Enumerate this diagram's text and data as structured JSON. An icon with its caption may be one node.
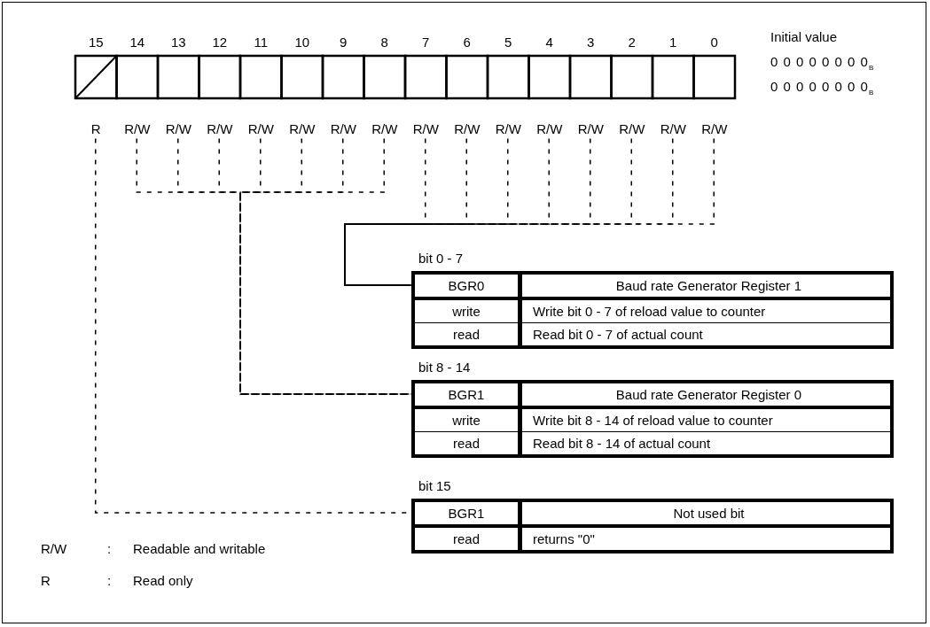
{
  "diagram": {
    "nodes": [
      {
        "text": [
          "R"
        ]
      },
      {
        "text": [
          "R/W"
        ]
      },
      {
        "text": [
          "R/W"
        ]
      },
      {
        "text": [
          "R/W"
        ]
      },
      {
        "text": [
          "R/W"
        ]
      },
      {
        "text": [
          "R/W"
        ]
      },
      {
        "text": [
          "R/W"
        ]
      },
      {
        "text": [
          "R/W"
        ]
      },
      {
        "text": [
          "R/W"
        ]
      },
      {
        "text": [
          "R/W"
        ]
      },
      {
        "text": [
          "R/W"
        ]
      },
      {
        "text": [
          "R/W"
        ]
      },
      {
        "text": [
          "R/W"
        ]
      },
      {
        "text": [
          "R/W"
        ]
      },
      {
        "text": [
          "R/W"
        ]
      },
      {
        "text": [
          "R/W"
        ]
      },
      {
        "text": [
          "bit 0 - 7",
          "BGR0",
          "Baud rate Generator Register 1",
          "write",
          "Write bit 0 - 7 of reload value to counter",
          "read",
          "Read bit 0 - 7 of actual count"
        ]
      },
      {
        "text": [
          "bit 8 - 14",
          "BGR1",
          "Baud rate Generator Register 0",
          "write",
          "Write bit 8 - 14 of reload value to counter",
          "read",
          "Read bit 8 - 14 of actual count"
        ]
      },
      {
        "text": [
          "bit 15",
          "BGR1",
          "Not used bit",
          "read",
          "returns \"0\""
        ]
      }
    ],
    "edges": [
      {
        "from": 0,
        "to": 18,
        "arrow": "none",
        "style": "dashed"
      },
      {
        "from": 1,
        "to": 17,
        "arrow": "none",
        "style": "dashed"
      },
      {
        "from": 2,
        "to": 17,
        "arrow": "none",
        "style": "dashed"
      },
      {
        "from": 3,
        "to": 17,
        "arrow": "none",
        "style": "dashed"
      },
      {
        "from": 4,
        "to": 17,
        "arrow": "none",
        "style": "dashed"
      },
      {
        "from": 5,
        "to": 17,
        "arrow": "none",
        "style": "dashed"
      },
      {
        "from": 6,
        "to": 17,
        "arrow": "none",
        "style": "dashed"
      },
      {
        "from": 7,
        "to": 17,
        "arrow": "none",
        "style": "dashed"
      },
      {
        "from": 8,
        "to": 16,
        "arrow": "none",
        "style": "dashed"
      },
      {
        "from": 9,
        "to": 16,
        "arrow": "none",
        "style": "dashed"
      },
      {
        "from": 10,
        "to": 16,
        "arrow": "none",
        "style": "dashed"
      },
      {
        "from": 11,
        "to": 16,
        "arrow": "none",
        "style": "dashed"
      },
      {
        "from": 12,
        "to": 16,
        "arrow": "none",
        "style": "dashed"
      },
      {
        "from": 13,
        "to": 16,
        "arrow": "none",
        "style": "dashed"
      },
      {
        "from": 14,
        "to": 16,
        "arrow": "none",
        "style": "dashed"
      },
      {
        "from": 15,
        "to": 16,
        "arrow": "none",
        "style": "dashed"
      }
    ],
    "labels": [
      "15",
      "14",
      "13",
      "12",
      "11",
      "10",
      "9",
      "8",
      "7",
      "6",
      "5",
      "4",
      "3",
      "2",
      "1",
      "0",
      "Initial value",
      "0 0 0 0 0 0 0 0$_{B}$",
      "0 0 0 0 0 0 0 0$_{B}$",
      "R/W",
      ":",
      "Readable and writable",
      "R",
      ":",
      "Read only"
    ]
  }
}
